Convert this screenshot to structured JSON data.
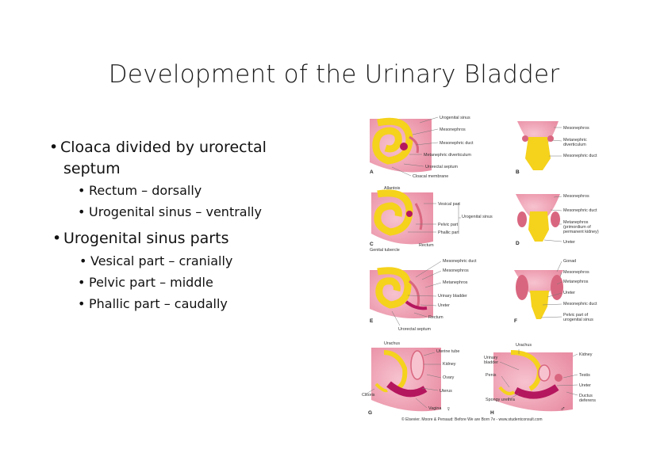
{
  "title": "Development of the Urinary Bladder",
  "bullets": [
    {
      "text": "Cloaca divided by urorectal",
      "cont": "septum",
      "children": [
        "Rectum – dorsally",
        "Urogenital sinus – ventrally"
      ]
    },
    {
      "text": "Urogenital sinus parts",
      "children": [
        "Vesical part – cranially",
        "Pelvic part – middle",
        "Phallic part – caudally"
      ]
    }
  ],
  "figure": {
    "panels": [
      "A",
      "B",
      "C",
      "D",
      "E",
      "F",
      "G",
      "H"
    ],
    "labels": {
      "A": [
        "Urogenital sinus",
        "Mesonephros",
        "Mesonephric duct",
        "Metanephric diverticulum",
        "Urorectal septum",
        "Cloacal membrane"
      ],
      "B": [
        "Mesonephros",
        "Metanephric diverticulum",
        "Mesonephric duct"
      ],
      "C": [
        "Allantois",
        "Vesical part",
        "Urogenital sinus",
        "Pelvic part",
        "Phallic part",
        "Genital tubercle",
        "Rectum"
      ],
      "D": [
        "Mesonephros",
        "Mesonephric duct",
        "Metanephros (primordium of permanent kidney)",
        "Ureter"
      ],
      "E": [
        "Mesonephric duct",
        "Mesonephros",
        "Metanephros",
        "Urinary bladder",
        "Ureter",
        "Rectum",
        "Urorectal septum"
      ],
      "F": [
        "Gonad",
        "Mesonephros",
        "Metanephros",
        "Ureter",
        "Mesonephric duct",
        "Pelvic part of urogenital sinus"
      ],
      "G": [
        "Urachus",
        "Uterine tube",
        "Kidney",
        "Ovary",
        "Uterus",
        "Clitoris",
        "Vagina"
      ],
      "H": [
        "Urachus",
        "Urinary bladder",
        "Kidney",
        "Penis",
        "Testis",
        "Ureter",
        "Spongy urethra",
        "Ductus deferens"
      ]
    },
    "symbols": {
      "female": "♀",
      "male": "♂"
    },
    "credit": "© Elsevier. Moore & Persaud: Before We are Born 7e - www.studentconsult.com"
  },
  "colors": {
    "pink": "#f2a9b9",
    "dark_pink": "#d9667f",
    "yellow": "#f5d21c",
    "magenta": "#b5175e"
  }
}
